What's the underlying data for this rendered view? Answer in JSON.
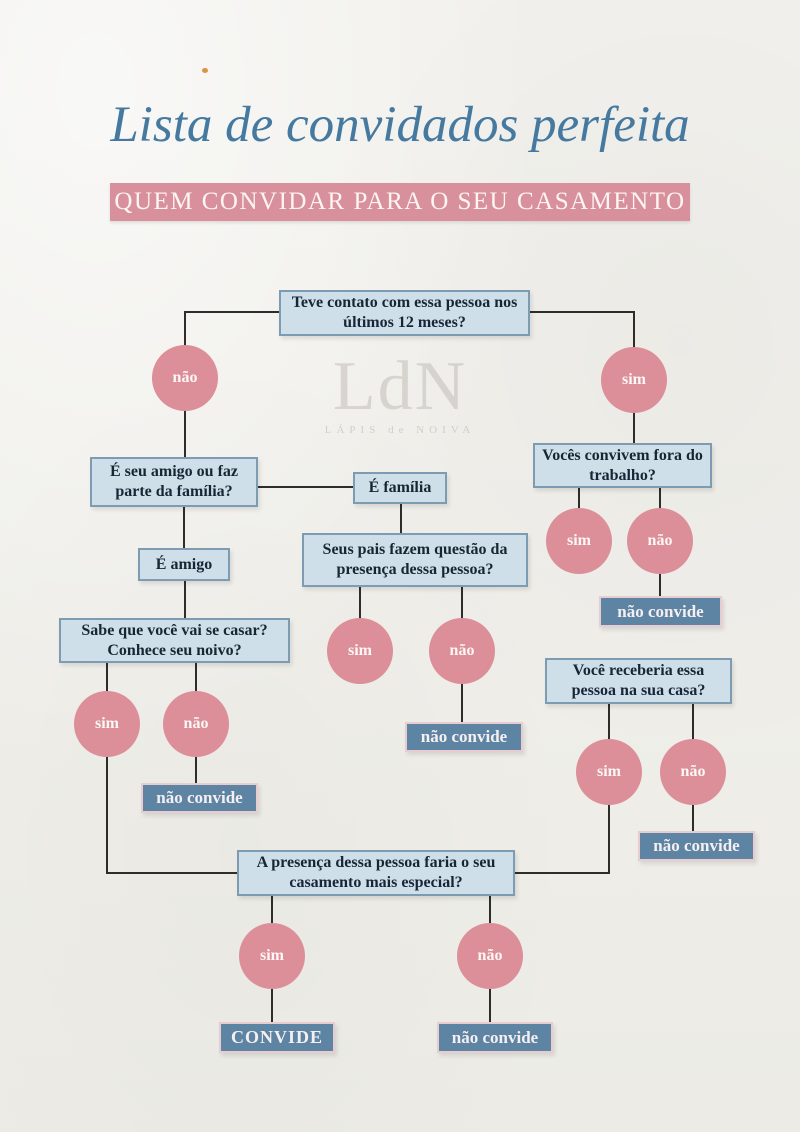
{
  "header": {
    "title": "Lista de convidados perfeita",
    "banner": "QUEM CONVIDAR PARA O SEU CASAMENTO"
  },
  "watermark": {
    "monogram": "LdN",
    "brand": "LÁPIS de NOIVA"
  },
  "flow": {
    "questions": {
      "contact": "Teve contato com essa pessoa nos últimos 12 meses?",
      "friend_or_family": "É seu amigo ou faz parte da família?",
      "is_family": "É família",
      "is_friend": "É amigo",
      "outside_work": "Vocês convivem fora do trabalho?",
      "parents_insist": "Seus pais fazem questão da presença dessa pessoa?",
      "knows_wedding": "Sabe que você vai se casar? Conhece seu noivo?",
      "host_at_home": "Você receberia essa pessoa na sua casa?",
      "more_special": "A presença dessa pessoa faria o seu casamento mais especial?"
    },
    "answers": {
      "sim": "sim",
      "nao": "não"
    },
    "outcomes": {
      "invite": "CONVIDE",
      "dont_invite": "não convide"
    }
  },
  "colors": {
    "background": "#f0efeb",
    "title_blue": "#45799f",
    "banner_pink": "#d8919c",
    "question_fill": "#cfdfe9",
    "question_border": "#7e9cb1",
    "question_text": "#162635",
    "answer_circle_pink": "#dc8f99",
    "outcome_fill": "#5d84a3",
    "outcome_border": "#e7cdd1",
    "connector_line": "#2f2d2b"
  }
}
